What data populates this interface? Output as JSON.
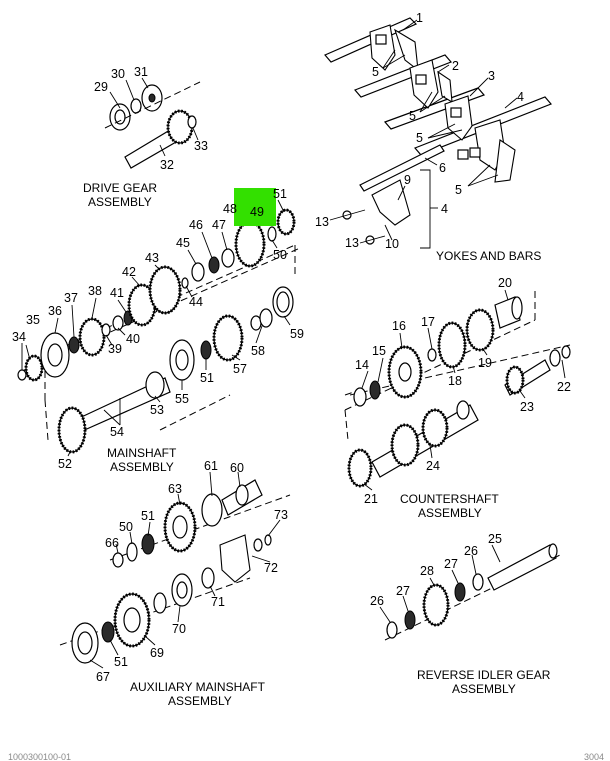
{
  "captions": {
    "drive_gear": [
      "DRIVE GEAR",
      "ASSEMBLY"
    ],
    "yokes_bars": "YOKES AND BARS",
    "mainshaft": [
      "MAINSHAFT",
      "ASSEMBLY"
    ],
    "countershaft": [
      "COUNTERSHAFT",
      "ASSEMBLY"
    ],
    "auxiliary": [
      "AUXILIARY MAINSHAFT",
      "ASSEMBLY"
    ],
    "reverse_idler": [
      "REVERSE IDLER GEAR",
      "ASSEMBLY"
    ]
  },
  "highlight": {
    "label": "49",
    "color": "#33e000"
  },
  "callouts": {
    "c1": "1",
    "c2": "2",
    "c3": "3",
    "c4a": "4",
    "c4b": "4",
    "c5a": "5",
    "c5b": "5",
    "c5c": "5",
    "c5d": "5",
    "c6": "6",
    "c9": "9",
    "c10": "10",
    "c13a": "13",
    "c13b": "13",
    "c29": "29",
    "c30": "30",
    "c31": "31",
    "c32": "32",
    "c33": "33",
    "c48": "48",
    "c51a": "51",
    "c50a": "50",
    "c46": "46",
    "c47": "47",
    "c45": "45",
    "c43": "43",
    "c44": "44",
    "c42": "42",
    "c41": "41",
    "c40": "40",
    "c38": "38",
    "c39": "39",
    "c37": "37",
    "c36": "36",
    "c35": "35",
    "c34": "34",
    "c59": "59",
    "c58": "58",
    "c57": "57",
    "c51b": "51",
    "c55": "55",
    "c53": "53",
    "c54": "54",
    "c52": "52",
    "c20": "20",
    "c17": "17",
    "c16": "16",
    "c15": "15",
    "c14": "14",
    "c18": "18",
    "c19": "19",
    "c22": "22",
    "c23": "23",
    "c24": "24",
    "c21": "21",
    "c61": "61",
    "c60": "60",
    "c63": "63",
    "c51c": "51",
    "c50b": "50",
    "c66": "66",
    "c73": "73",
    "c72": "72",
    "c71": "71",
    "c70": "70",
    "c69": "69",
    "c51d": "51",
    "c67": "67",
    "c25": "25",
    "c26a": "26",
    "c27a": "27",
    "c28": "28",
    "c27b": "27",
    "c26b": "26"
  },
  "footer": {
    "left": "1000300100-01",
    "right": "3004"
  }
}
